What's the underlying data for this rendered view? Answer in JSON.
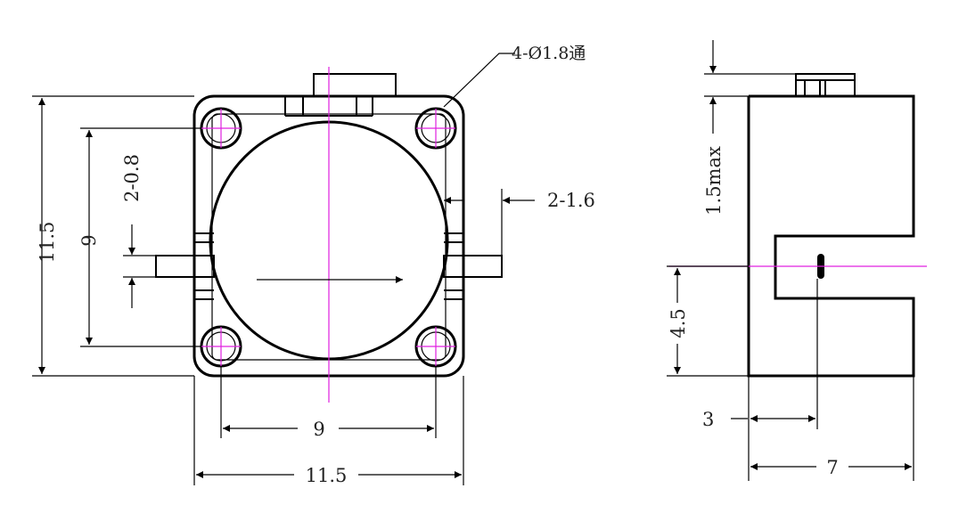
{
  "labels": {
    "hole_spec": "4-Ø1.8通",
    "front_width_total": "11.5",
    "front_width_holes": "9",
    "front_height_total": "11.5",
    "front_height_holes": "9",
    "tab_thickness": "2-0.8",
    "tab_length": "2-1.6",
    "side_top_max": "1.5max",
    "side_height": "4.5",
    "side_offset": "3",
    "side_depth": "7"
  },
  "colors": {
    "outline": "#000000",
    "centerline": "#e020e0"
  }
}
